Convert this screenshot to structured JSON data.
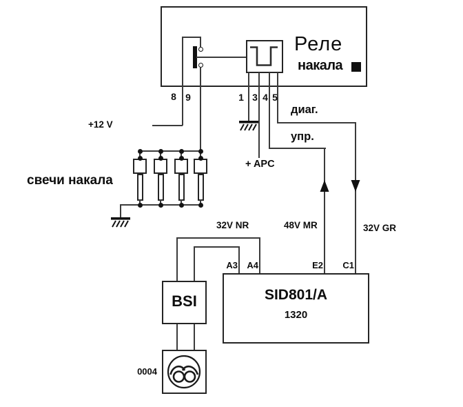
{
  "relay": {
    "title_top": "Реле",
    "title_bottom": "накала",
    "pins": {
      "p8": "8",
      "p9": "9",
      "p1": "1",
      "p3": "3",
      "p4": "4",
      "p5": "5"
    }
  },
  "nets": {
    "supply": "+12 V",
    "glow_plugs": "свечи накала",
    "diag": "диаг.",
    "control": "упр.",
    "apc": "+ APC",
    "nr": "32V NR",
    "mr": "48V MR",
    "gr": "32V GR"
  },
  "ecu": {
    "name": "SID801/A",
    "code": "1320",
    "pins": {
      "a3": "A3",
      "a4": "A4",
      "e2": "E2",
      "c1": "C1"
    }
  },
  "bsi": {
    "name": "BSI"
  },
  "indicator": {
    "code": "0004"
  },
  "colors": {
    "background": "#ffffff",
    "line": "#3a3a3a",
    "border": "#242424",
    "text": "#0d0d0d"
  }
}
